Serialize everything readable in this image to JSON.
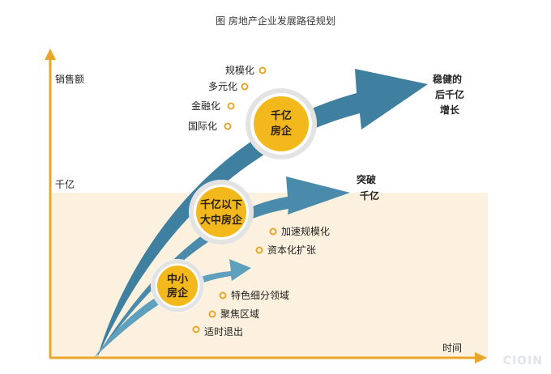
{
  "title": "图 房地产企业发展路径规划",
  "axes": {
    "y_label": "销售额",
    "y_mark": "千亿",
    "x_label": "时间"
  },
  "tiers": [
    {
      "circle_lines": [
        "中小",
        "房企"
      ],
      "bullets": [
        "特色细分领域",
        "聚焦区域",
        "适时退出"
      ]
    },
    {
      "circle_lines": [
        "千亿以下",
        "大中房企"
      ],
      "bullets": [
        "加速规模化",
        "资本化扩张"
      ],
      "outcome_lines": [
        "突破",
        "千亿"
      ]
    },
    {
      "circle_lines": [
        "千亿",
        "房企"
      ],
      "bullets": [
        "规模化",
        "多元化",
        "金融化",
        "国际化"
      ],
      "outcome_lines": [
        "稳健的",
        "后千亿",
        "增长"
      ]
    }
  ],
  "colors": {
    "arrow": "#3f7f9f",
    "arrow_light": "#5fa0bf",
    "circle_fill": "#f3b91c",
    "circle_ring": "#e3e3e3",
    "bullet": "#e8a62a",
    "band": "#fcf1de",
    "axis": "#e8a62a"
  },
  "watermark": "CIOIN"
}
